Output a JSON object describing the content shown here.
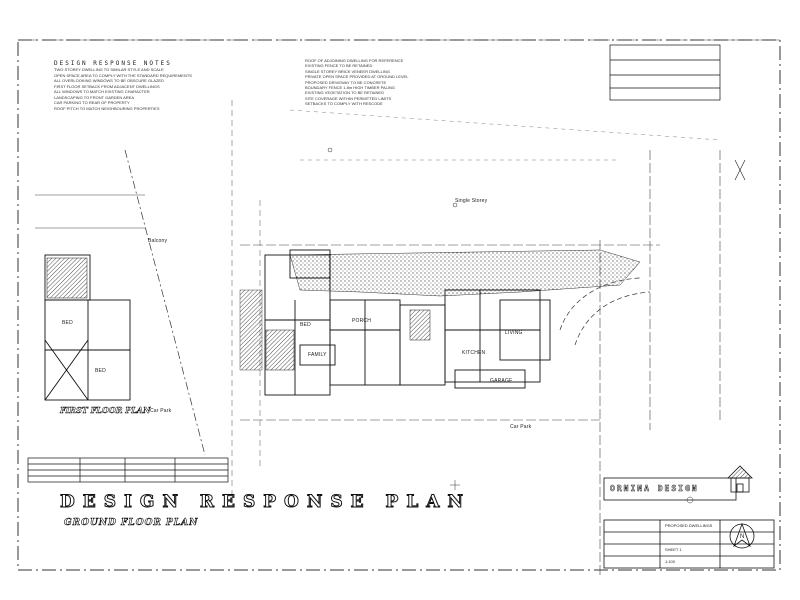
{
  "drawing": {
    "title": "DESIGN RESPONSE PLAN",
    "subtitle": "GROUND FLOOR PLAN",
    "first_floor_title": "FIRST FLOOR PLAN",
    "firm_name": "ORNINA DESIGN"
  },
  "notes": {
    "heading": "DESIGN RESPONSE NOTES",
    "lines": [
      "TWO STOREY DWELLING TO SIMILAR STYLE AND SCALE",
      "OPEN SPACE AREA TO COMPLY WITH THE STANDARD REQUIREMENTS",
      "ALL OVERLOOKING WINDOWS TO BE OBSCURE GLAZED",
      "FIRST FLOOR SETBACK FROM ADJACENT DWELLINGS",
      "ALL WINDOWS TO MATCH EXISTING CHARACTER",
      "LANDSCAPING TO FRONT GARDEN AREA",
      "CAR PARKING TO REAR OF PROPERTY",
      "ROOF PITCH TO MATCH NEIGHBOURING PROPERTIES"
    ]
  },
  "right_notes": {
    "lines": [
      "ROOF OF ADJOINING DWELLING FOR REFERENCE",
      "EXISTING FENCE TO BE RETAINED",
      "SINGLE STOREY BRICK VENEER DWELLING",
      "PRIVATE OPEN SPACE PROVIDED AT GROUND LEVEL",
      "PROPOSED DRIVEWAY TO BE CONCRETE",
      "BOUNDARY FENCE 1.8m HIGH TIMBER PALING",
      "EXISTING VEGETATION TO BE RETAINED",
      "SITE COVERAGE WITHIN PERMITTED LIMITS",
      "SETBACKS TO COMPLY WITH RESCODE"
    ]
  },
  "labels": {
    "single_storey": "Single Storey",
    "car_park": "Car Park",
    "balcony": "Balcony",
    "bedroom": "BED",
    "kitchen": "KITCHEN",
    "living": "LIVING",
    "porch": "PORCH",
    "garage": "GARAGE",
    "family": "FAMILY"
  },
  "title_block": {
    "project": "PROPOSED DWELLINGS",
    "drawing_no": "SHEET 1",
    "scale": "1:100",
    "north": "N"
  }
}
